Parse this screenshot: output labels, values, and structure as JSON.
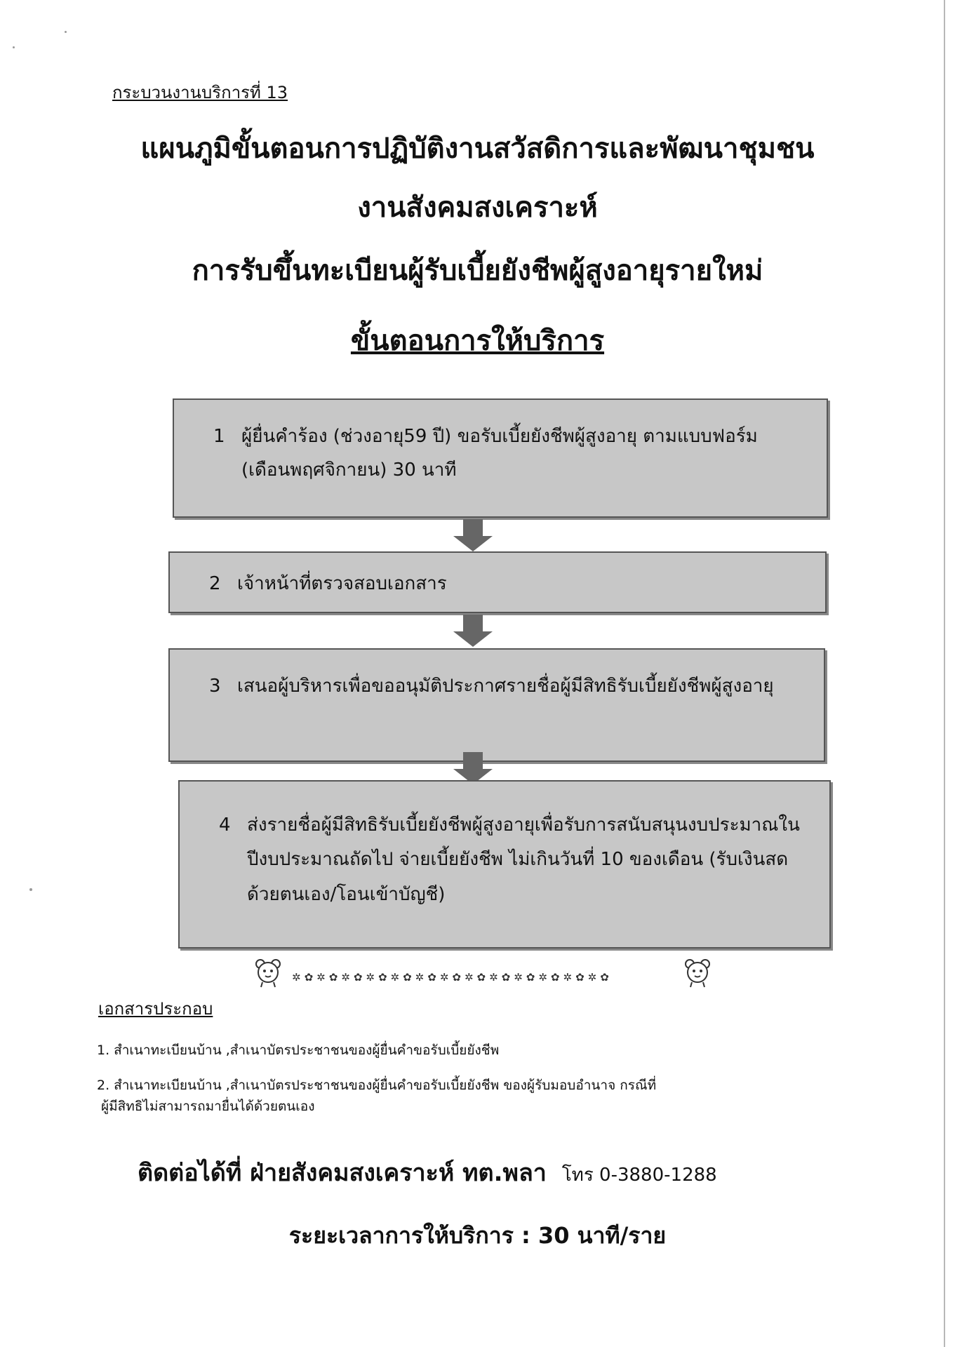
{
  "header": {
    "service_no": "กระบวนงานบริการที่ 13",
    "title_1": "แผนภูมิขั้นตอนการปฏิบัติงานสวัสดิการและพัฒนาชุมชน",
    "title_2": "งานสังคมสงเคราะห์",
    "title_3": "การรับขึ้นทะเบียนผู้รับเบี้ยยังชีพผู้สูงอายุรายใหม่",
    "title_4": "ขั้นตอนการให้บริการ"
  },
  "steps": [
    {
      "num": "1",
      "text": "ผู้ยื่นคำร้อง (ช่วงอายุ59 ปี)  ขอรับเบี้ยยังชีพผู้สูงอายุ ตามแบบฟอร์ม    (เดือนพฤศจิกายน)  30 นาที"
    },
    {
      "num": "2",
      "text": "เจ้าหน้าที่ตรวจสอบเอกสาร"
    },
    {
      "num": "3",
      "text": "เสนอผู้บริหารเพื่อขออนุมัติประกาศรายชื่อผู้มีสิทธิรับเบี้ยยังชีพผู้สูงอายุ"
    },
    {
      "num": "4",
      "text": "ส่งรายชื่อผู้มีสิทธิรับเบี้ยยังชีพผู้สูงอายุเพื่อรับการสนับสนุนงบประมาณในปีงบประมาณถัดไป  จ่ายเบี้ยยังชีพ ไม่เกินวันที่ 10 ของเดือน (รับเงินสดด้วยตนเอง/โอนเข้าบัญชี)"
    }
  ],
  "documents": {
    "heading": "เอกสารประกอบ",
    "items": [
      "1. สำเนาทะเบียนบ้าน ,สำเนาบัตรประชาชนของผู้ยื่นคำขอรับเบี้ยยังชีพ",
      "2. สำเนาทะเบียนบ้าน ,สำเนาบัตรประชาชนของผู้ยื่นคำขอรับเบี้ยยังชีพ ของผู้รับมอบอำนาจ กรณีที่"
    ],
    "item_2_cont": "ผู้มีสิทธิไม่สามารถมายื่นได้ด้วยตนเอง"
  },
  "contact": {
    "label": "ติดต่อได้ที่  ฝ่ายสังคมสงเคราะห์ ทต.พลา",
    "phone": "โทร 0-3880-1288"
  },
  "duration": "ระยะเวลาการให้บริการ : 30 นาที/ราย",
  "colors": {
    "box_fill": "#c7c7c7",
    "arrow": "#666666"
  },
  "decorations": {
    "left_icon": "bear-icon",
    "right_icon": "bear-icon",
    "border": "flower-border"
  }
}
